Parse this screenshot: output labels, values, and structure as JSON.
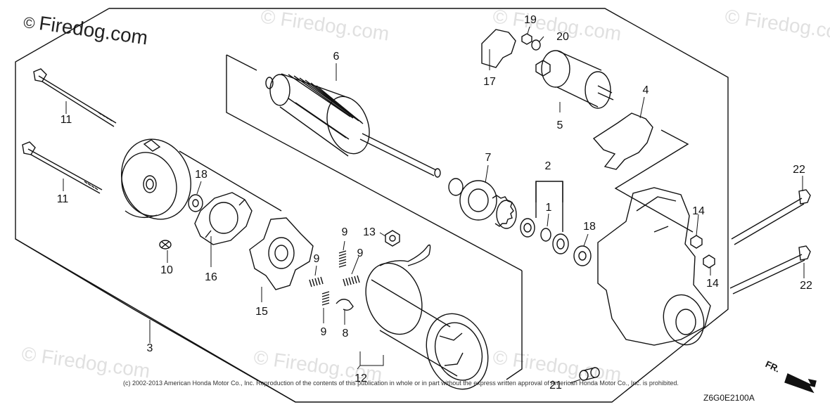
{
  "brand": {
    "symbol": "©",
    "name": "Firedog.com"
  },
  "watermark": "© Firedog.com",
  "copyright": "(c) 2002-2013 American Honda Motor Co., Inc. Reproduction of the contents of this publication in whole or in part without the express written approval of American Honda Motor Co., Inc. is prohibited.",
  "diagram_code": "Z6G0E2100A",
  "direction_label": "FR.",
  "callouts": {
    "c1": "1",
    "c2": "2",
    "c3": "3",
    "c4": "4",
    "c5": "5",
    "c6": "6",
    "c7": "7",
    "c8": "8",
    "c9a": "9",
    "c9b": "9",
    "c9c": "9",
    "c9d": "9",
    "c10": "10",
    "c11a": "11",
    "c11b": "11",
    "c12": "12",
    "c13": "13",
    "c14a": "14",
    "c14b": "14",
    "c15": "15",
    "c16": "16",
    "c17": "17",
    "c18a": "18",
    "c18b": "18",
    "c19": "19",
    "c20": "20",
    "c21": "21",
    "c22a": "22",
    "c22b": "22"
  }
}
